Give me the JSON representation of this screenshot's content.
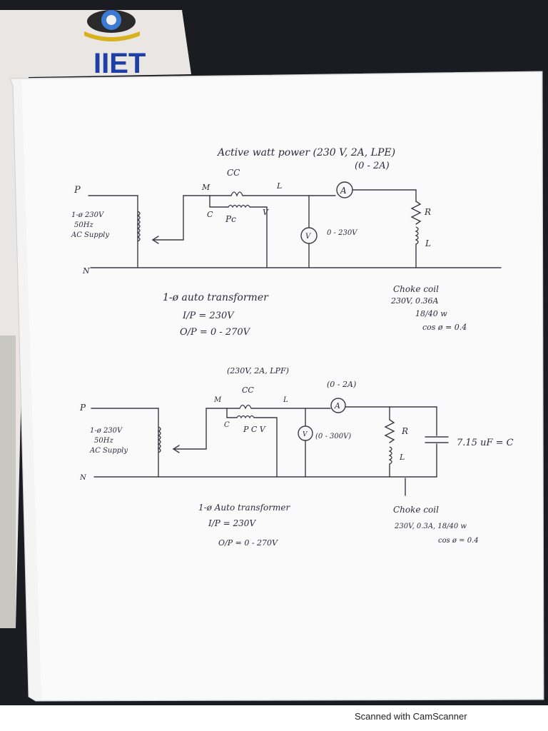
{
  "logo": {
    "text": "IIET"
  },
  "circuit1": {
    "title": "Active watt power (230 V, 2A, LPE)",
    "ammeter_range": "(0 - 2A)",
    "cc_label": "CC",
    "supply_label": "1-ø 230V\n50Hz\nAC Supply",
    "node_p": "P",
    "node_n": "N",
    "node_m": "M",
    "node_l": "L",
    "node_c": "C",
    "node_v": "V",
    "pc_label": "Pc",
    "ammeter_symbol": "A",
    "voltmeter_symbol": "V",
    "voltmeter_range": "0 - 230V",
    "resistor_label": "R",
    "inductor_label": "L",
    "autotransformer_title": "1-ø auto transformer",
    "autotransformer_ip": "I/P = 230V",
    "autotransformer_op": "O/P = 0 - 270V",
    "choke_title": "Choke coil",
    "choke_rating": "230V, 0.36A",
    "choke_resistance": "18/40 w",
    "choke_pf": "cos ø = 0.4"
  },
  "circuit2": {
    "title": "(230V, 2A, LPF)",
    "ammeter_range": "(0 - 2A)",
    "cc_label": "CC",
    "supply_label": "1-ø 230V\n50Hz\nAC Supply",
    "node_p": "P",
    "node_n": "N",
    "node_m": "M",
    "node_l": "L",
    "node_c": "C",
    "pc_label": "P C V",
    "ammeter_symbol": "A",
    "voltmeter_symbol": "V",
    "voltmeter_range": "(0 - 300V)",
    "resistor_label": "R",
    "inductor_label": "L",
    "capacitor_label": "7.15 uF = C",
    "autotransformer_title": "1-ø Auto transformer",
    "autotransformer_ip": "I/P = 230V",
    "autotransformer_op": "O/P = 0 - 270V",
    "choke_title": "Choke coil",
    "choke_rating": "230V, 0.3A, 18/40 w",
    "choke_pf": "cos ø = 0.4"
  },
  "footer": {
    "watermark": "Scanned with CamScanner"
  },
  "colors": {
    "ink": "#2b2b3a",
    "paper": "#fafafa",
    "logo_blue": "#1e3fa8",
    "logo_gold": "#d8b21e"
  }
}
